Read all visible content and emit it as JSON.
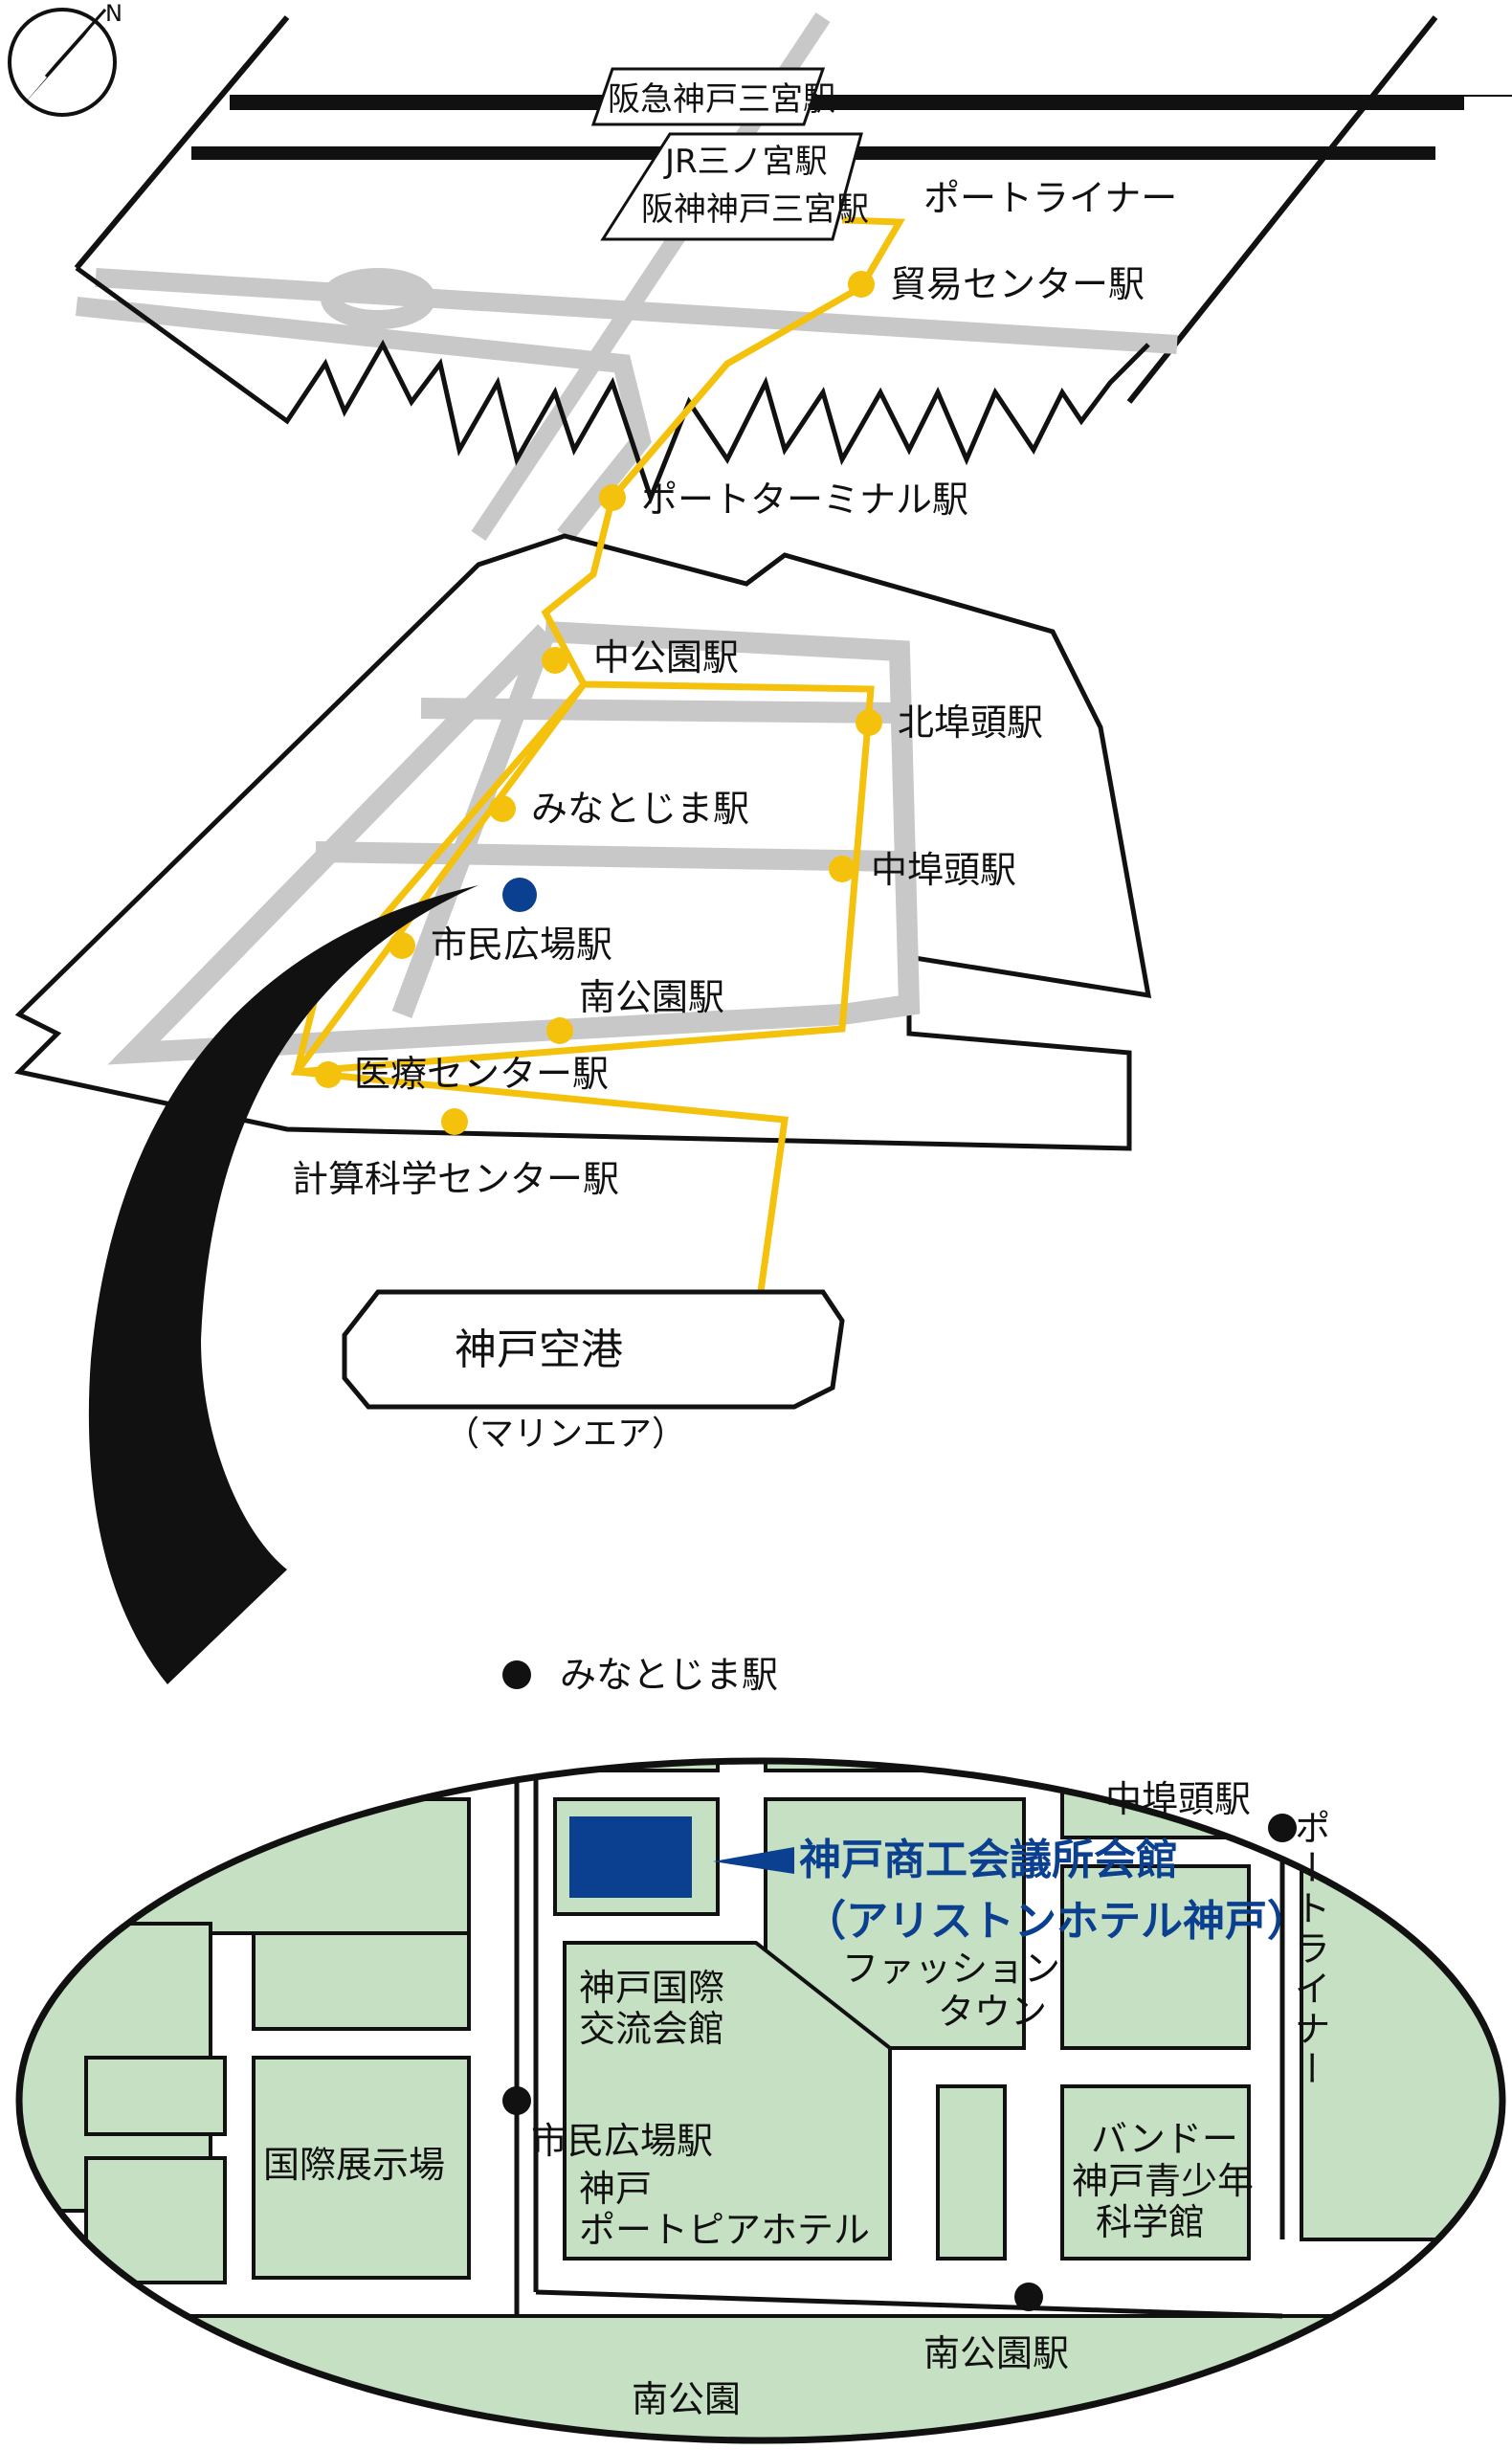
{
  "north_label": "N",
  "top_stations": {
    "hankyu": "阪急神戸三宮駅",
    "jr": "JR三ノ宮駅",
    "hanshin": "阪神神戸三宮駅"
  },
  "port_liner_top": "ポートライナー",
  "stations": {
    "boeki": "貿易センター駅",
    "port_terminal": "ポートターミナル駅",
    "naka_koen": "中公園駅",
    "kita_futo": "北埠頭駅",
    "minatojima": "みなとじま駅",
    "naka_futo": "中埠頭駅",
    "shimin_hiroba": "市民広場駅",
    "minami_koen": "南公園駅",
    "iryo": "医療センター駅",
    "keisan": "計算科学センター駅"
  },
  "airport": {
    "name": "神戸空港",
    "alias": "（マリンエア）"
  },
  "detail": {
    "minatojima": "みなとじま駅",
    "naka_futo": "中埠頭駅",
    "port_liner": "ポートライナー",
    "hq_name": "神戸商工会議所会館",
    "hq_alias": "（アリストンホテル神戸）",
    "fashion_1": "ファッション",
    "fashion_2": "タウン",
    "kokusai_koryu_1": "神戸国際",
    "kokusai_koryu_2": "交流会館",
    "shimin_hiroba": "市民広場駅",
    "kokusai_tenji": "国際展示場",
    "portopia_1": "神戸",
    "portopia_2": "ポートピアホテル",
    "bando_1": "バンドー",
    "bando_2": "神戸青少年",
    "bando_3": "科学館",
    "minami_koen_st": "南公園駅",
    "minami_koen": "南公園"
  },
  "colors": {
    "rail_yellow": "#f4c20d",
    "road_gray": "#c8c8c8",
    "block_green": "#c6e0c3",
    "hq_blue": "#0b3f8f"
  }
}
